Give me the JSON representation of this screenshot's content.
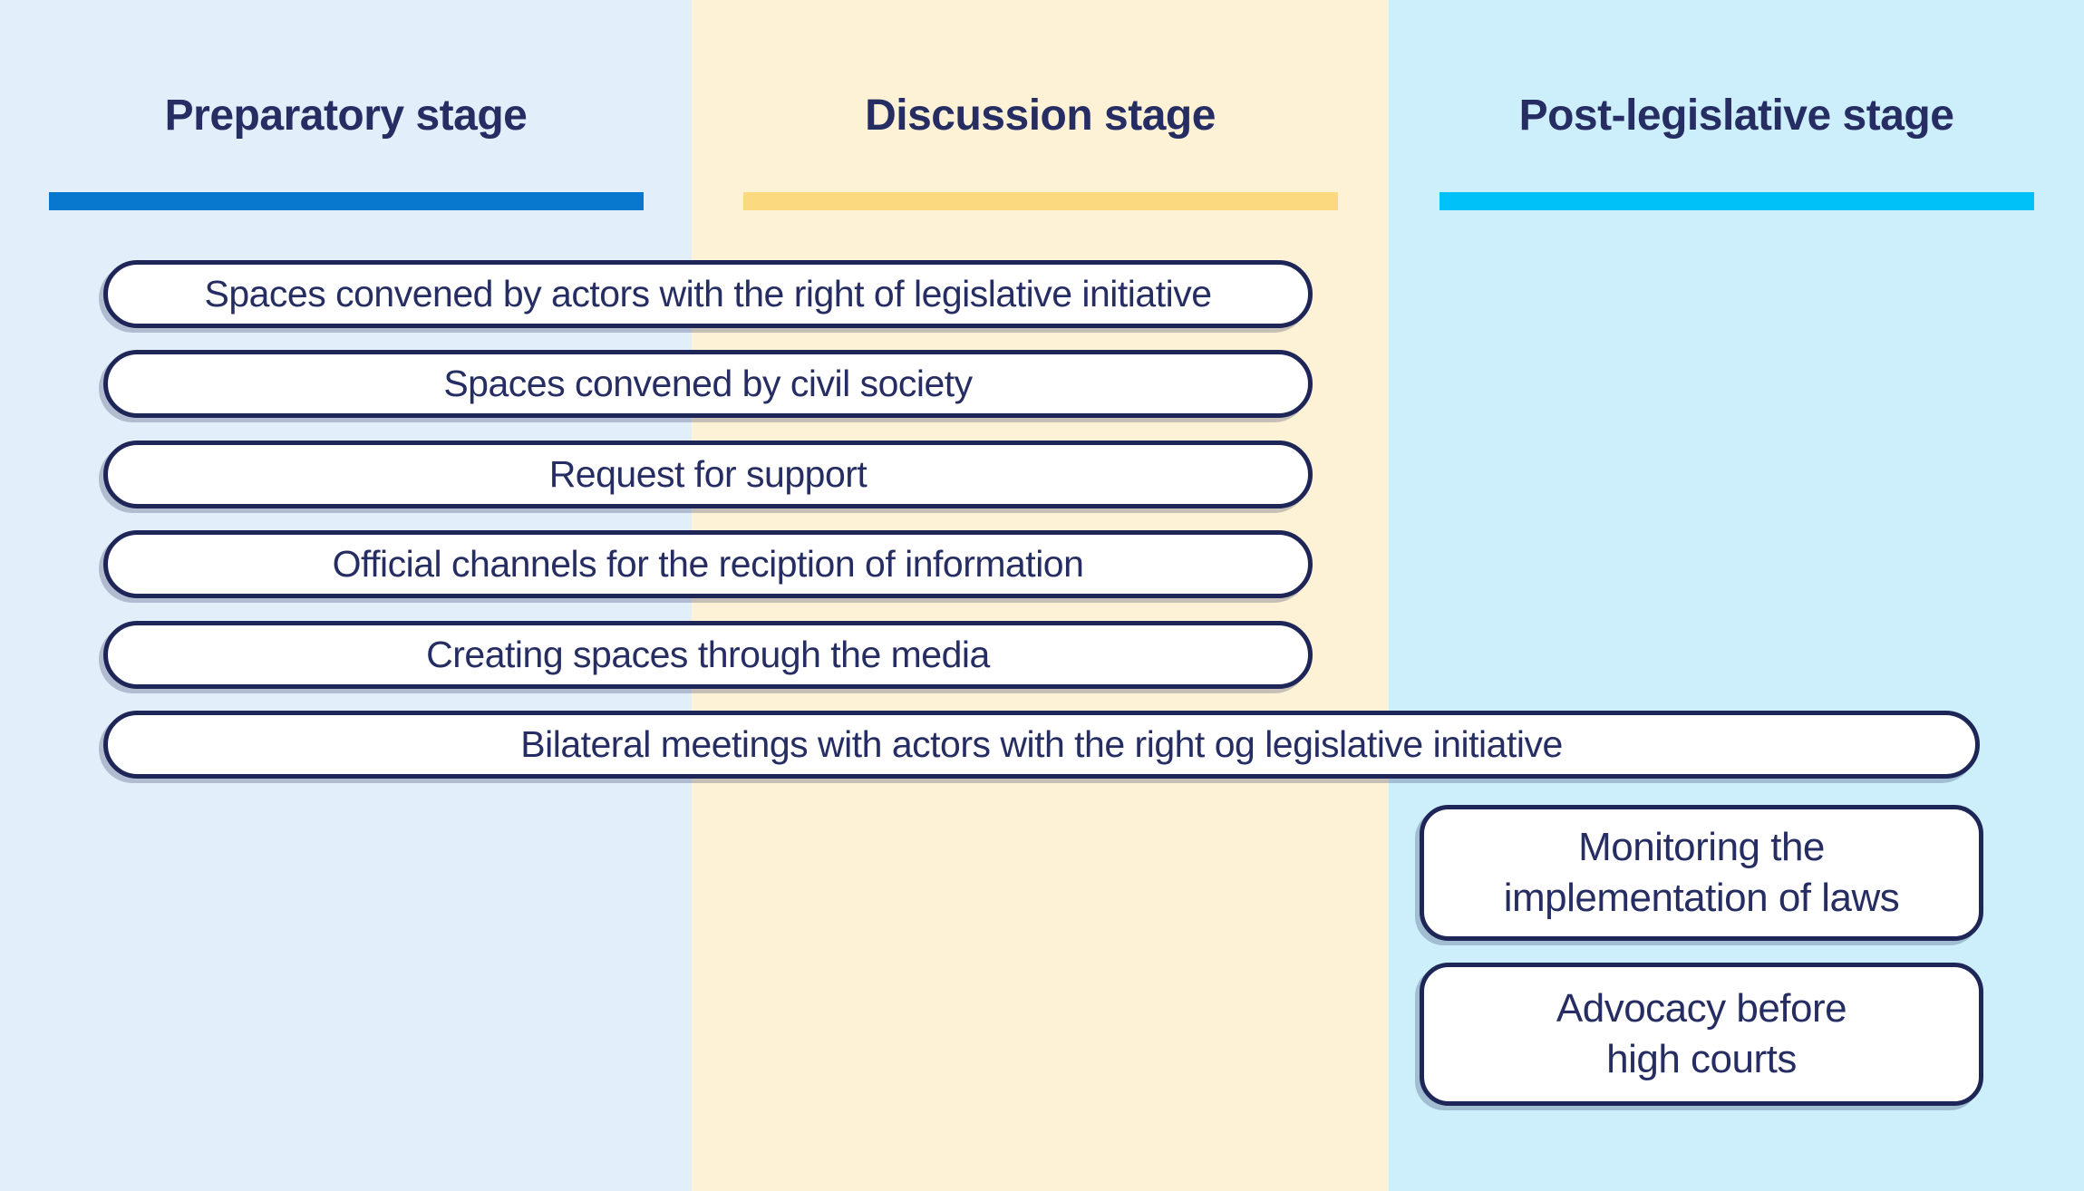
{
  "diagram": {
    "columns": [
      {
        "title": "Preparatory stage",
        "bg_color": "#e2eef9",
        "bar_color": "#0778ce"
      },
      {
        "title": "Discussion stage",
        "bg_color": "#fdf2d6",
        "bar_color": "#fbd97e"
      },
      {
        "title": "Post-legislative stage",
        "bg_color": "#cdeffb",
        "bar_color": "#00c2f8"
      }
    ],
    "pills": [
      {
        "label": "Spaces convened by actors with the right of legislative initiative"
      },
      {
        "label": "Spaces convened by civil society"
      },
      {
        "label": "Request for support"
      },
      {
        "label": "Official channels for the reciption of information"
      },
      {
        "label": "Creating spaces through the media"
      },
      {
        "label": "Bilateral meetings with actors with the right og legislative initiative"
      }
    ],
    "post_boxes": [
      {
        "line1": "Monitoring the",
        "line2": "implementation of laws"
      },
      {
        "line1": "Advocacy before",
        "line2": "high courts"
      }
    ],
    "colors": {
      "navy_text": "#262d63",
      "navy_border": "#1e2658",
      "pill_bg": "#ffffff"
    }
  }
}
